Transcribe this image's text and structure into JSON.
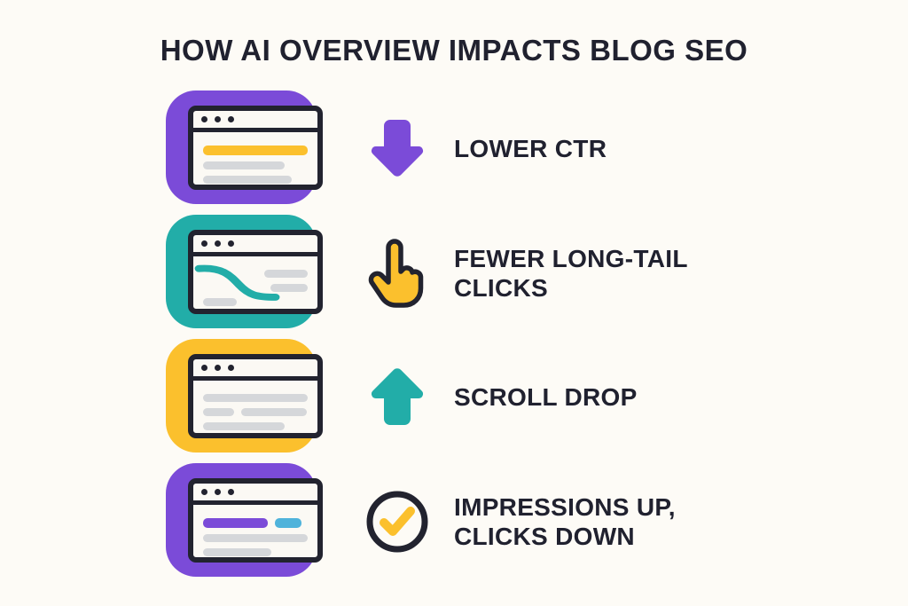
{
  "poster": {
    "title": "HOW AI OVERVIEW IMPACTS BLOG SEO",
    "background_color": "#FDFBF6",
    "text_color": "#20212F"
  },
  "palette": {
    "purple": "#7B4BD8",
    "teal": "#22ADA8",
    "yellow": "#FBC02D",
    "blue": "#4FB3DB",
    "ink": "#22232F",
    "gray_bar": "#D5D7DA",
    "card": "#FBF9F4"
  },
  "rows": [
    {
      "id": "lower-ctr",
      "tile_color": "#7B4BD8",
      "tile_icon": "browser-window-icon",
      "mid_icon": "arrow-down-icon",
      "mid_icon_color": "#7B4BD8",
      "label_lines": [
        "LOWER CTR"
      ]
    },
    {
      "id": "fewer-long-tail-clicks",
      "tile_color": "#22ADA8",
      "tile_icon": "browser-window-declining-chart-icon",
      "mid_icon": "pointing-hand-cursor-icon",
      "mid_icon_color": "#FBC02D",
      "label_lines": [
        "FEWER LONG-TAIL",
        "CLICKS"
      ]
    },
    {
      "id": "scroll-drop",
      "tile_color": "#FBC02D",
      "tile_icon": "browser-window-text-icon",
      "mid_icon": "arrow-up-icon",
      "mid_icon_color": "#22ADA8",
      "label_lines": [
        "SCROLL DROP"
      ]
    },
    {
      "id": "impressions-up-clicks-down",
      "tile_color": "#7B4BD8",
      "tile_icon": "browser-window-highlight-icon",
      "mid_icon": "check-circle-icon",
      "mid_icon_color": "#FBC02D",
      "label_lines": [
        "IMPRESSIONS UP,",
        "CLICKS DOWN"
      ]
    }
  ]
}
